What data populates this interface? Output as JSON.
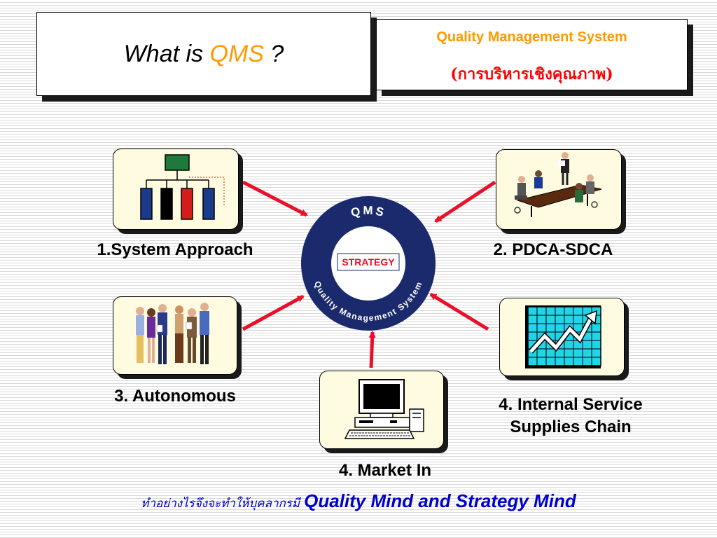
{
  "title": {
    "prefix": "What is ",
    "accent": "QMS",
    "suffix": " ?"
  },
  "subtitle": {
    "line1": "Quality Management System",
    "line2": "(การบริหารเชิงคุณภาพ)"
  },
  "wheel": {
    "top_text": "QMS",
    "center_text": "STRATEGY",
    "ring_text": "Quality Management System"
  },
  "items": [
    {
      "label": "1.System Approach",
      "icon": "org-chart-icon"
    },
    {
      "label": "2. PDCA-SDCA",
      "icon": "meeting-icon"
    },
    {
      "label": "3. Autonomous",
      "icon": "people-group-icon"
    },
    {
      "label": "4. Market In",
      "icon": "computer-icon"
    },
    {
      "label_line1": "4. Internal Service",
      "label_line2": "Supplies Chain",
      "icon": "rising-chart-icon"
    }
  ],
  "footer": {
    "thai": "ทำอย่างไรจึงจะทำให้บุคลากรมี",
    "english": "Quality Mind and Strategy Mind"
  },
  "colors": {
    "accent_orange": "#ff9900",
    "arrow_red": "#e8102a",
    "wheel_navy": "#1a2a6c",
    "footer_blue": "#0000cc",
    "card_bg": "#fffbe0"
  }
}
